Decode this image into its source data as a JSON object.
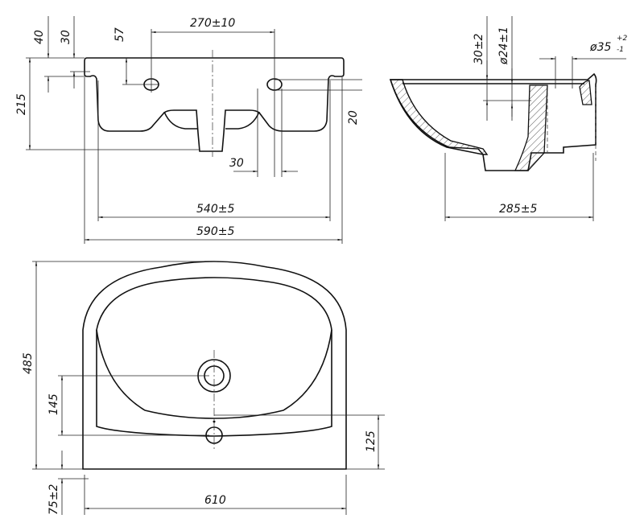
{
  "front_view": {
    "dim_hole_spacing": "270±10",
    "dim_rim_40": "40",
    "dim_rim_30": "30",
    "dim_hole_57": "57",
    "dim_height": "215",
    "dim_20": "20",
    "dim_30_bottom": "30",
    "dim_inner_width": "540±5",
    "dim_outer_width": "590±5"
  },
  "side_view": {
    "dim_30_2": "30±2",
    "dim_d24": "ø24±1",
    "dim_d35": "ø35",
    "dim_d35_tol_upper": "+2",
    "dim_d35_tol_lower": "-1",
    "dim_depth": "285±5"
  },
  "plan_view": {
    "dim_length": "485",
    "dim_145": "145",
    "dim_125": "125",
    "dim_75": "75±2",
    "dim_width": "610"
  }
}
